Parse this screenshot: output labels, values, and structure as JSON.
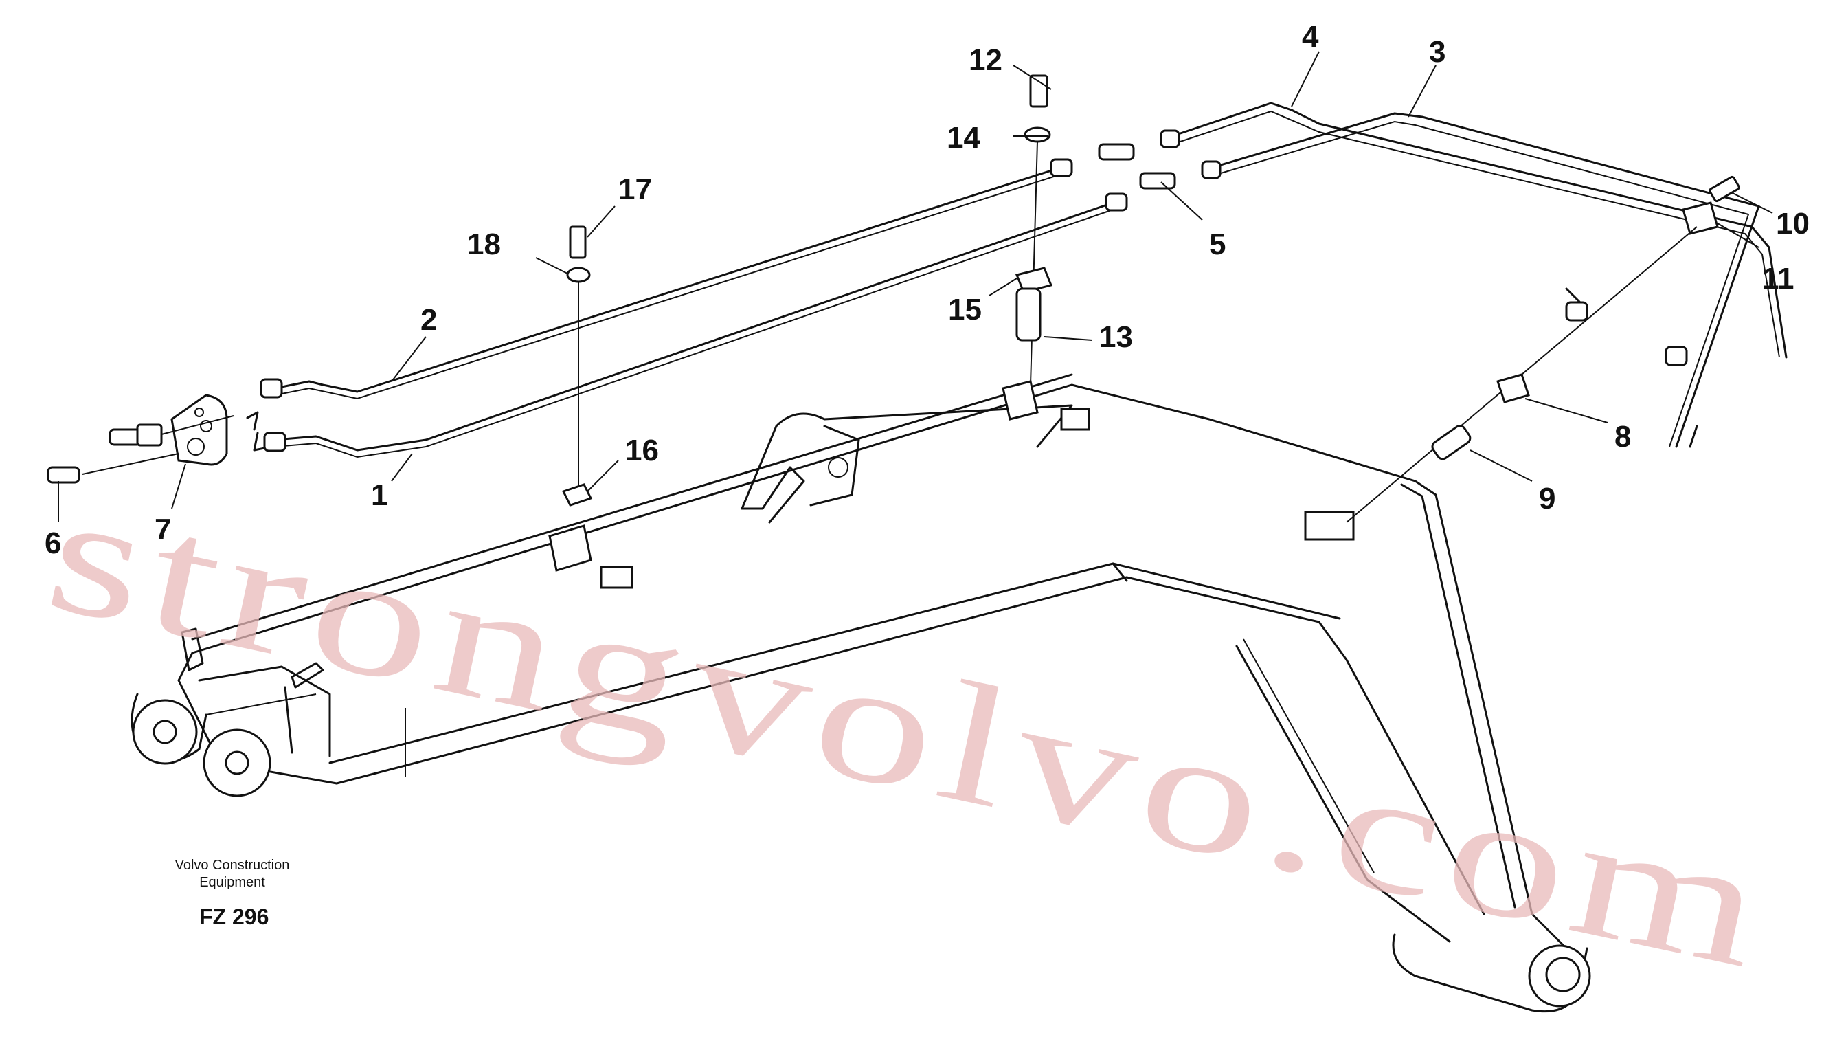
{
  "caption": {
    "line1": "Volvo Construction",
    "line2": "Equipment",
    "figure_id": "FZ 296"
  },
  "watermark": "strongvolvo.com",
  "callouts": [
    {
      "id": "callout-1",
      "label": "1"
    },
    {
      "id": "callout-2",
      "label": "2"
    },
    {
      "id": "callout-3",
      "label": "3"
    },
    {
      "id": "callout-4",
      "label": "4"
    },
    {
      "id": "callout-5",
      "label": "5"
    },
    {
      "id": "callout-6",
      "label": "6"
    },
    {
      "id": "callout-7",
      "label": "7"
    },
    {
      "id": "callout-8",
      "label": "8"
    },
    {
      "id": "callout-9",
      "label": "9"
    },
    {
      "id": "callout-10",
      "label": "10"
    },
    {
      "id": "callout-11",
      "label": "11"
    },
    {
      "id": "callout-12",
      "label": "12"
    },
    {
      "id": "callout-13",
      "label": "13"
    },
    {
      "id": "callout-14",
      "label": "14"
    },
    {
      "id": "callout-15",
      "label": "15"
    },
    {
      "id": "callout-16",
      "label": "16"
    },
    {
      "id": "callout-17",
      "label": "17"
    },
    {
      "id": "callout-18",
      "label": "18"
    }
  ]
}
